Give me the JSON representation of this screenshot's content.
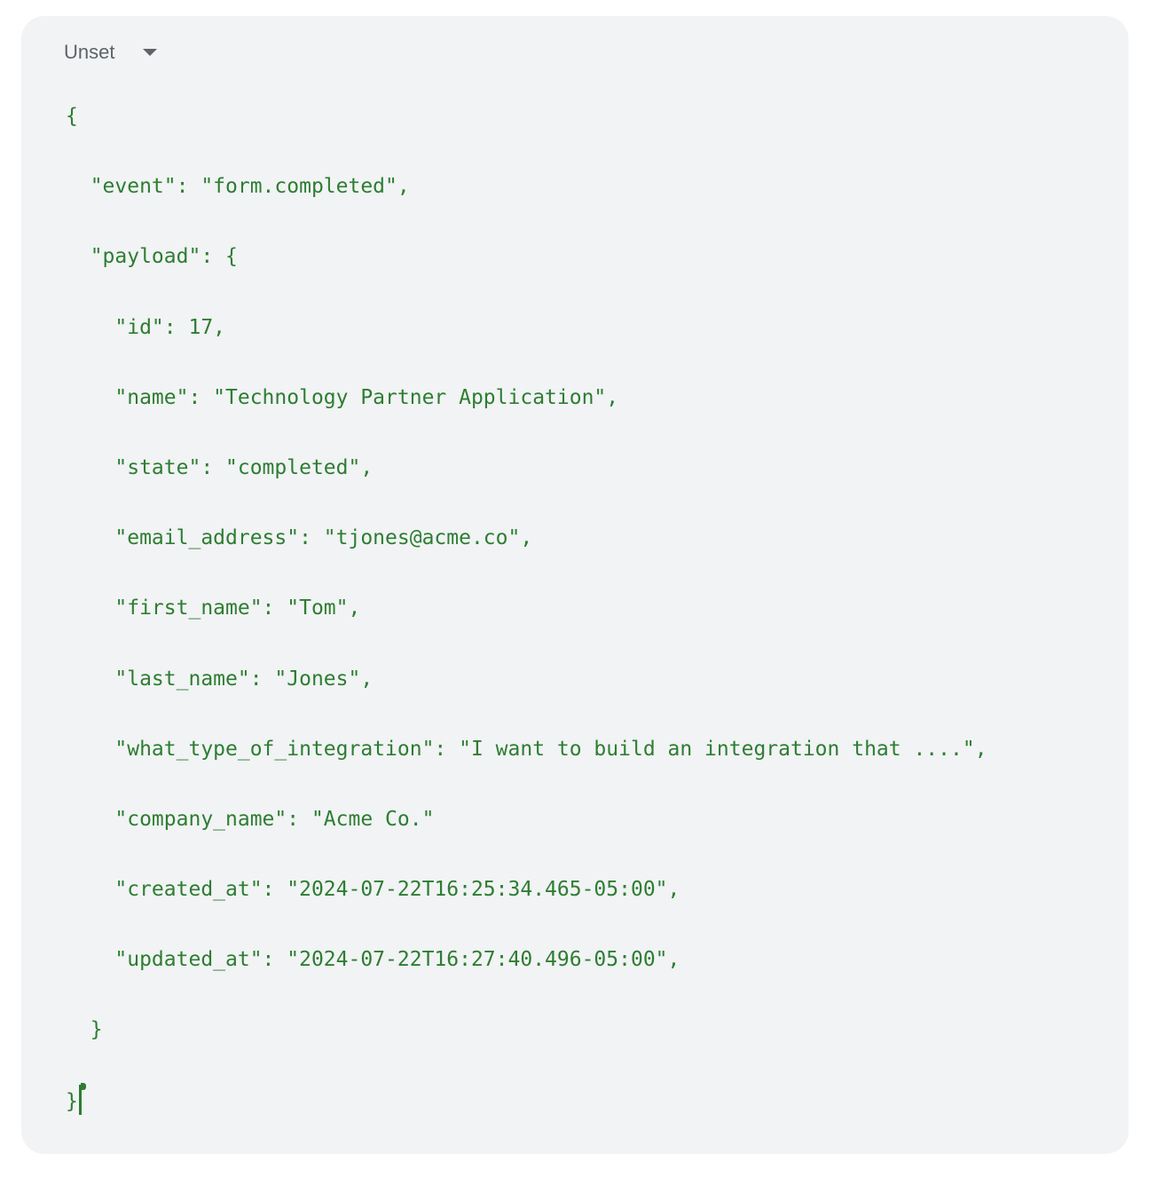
{
  "language_selector": {
    "value": "Unset",
    "icon": "chevron-down-icon"
  },
  "code_lines": [
    "{",
    "  \"event\": \"form.completed\",",
    "  \"payload\": {",
    "    \"id\": 17,",
    "    \"name\": \"Technology Partner Application\",",
    "    \"state\": \"completed\",",
    "    \"email_address\": \"tjones@acme.co\",",
    "    \"first_name\": \"Tom\",",
    "    \"last_name\": \"Jones\",",
    "    \"what_type_of_integration\": \"I want to build an integration that ....\",",
    "    \"company_name\": \"Acme Co.\"",
    "    \"created_at\": \"2024-07-22T16:25:34.465-05:00\",",
    "    \"updated_at\": \"2024-07-22T16:27:40.496-05:00\",",
    "  }",
    "}"
  ],
  "colors": {
    "code_text": "#2e7d32",
    "panel_background": "#f1f3f4",
    "selector_text": "#5f6368"
  }
}
